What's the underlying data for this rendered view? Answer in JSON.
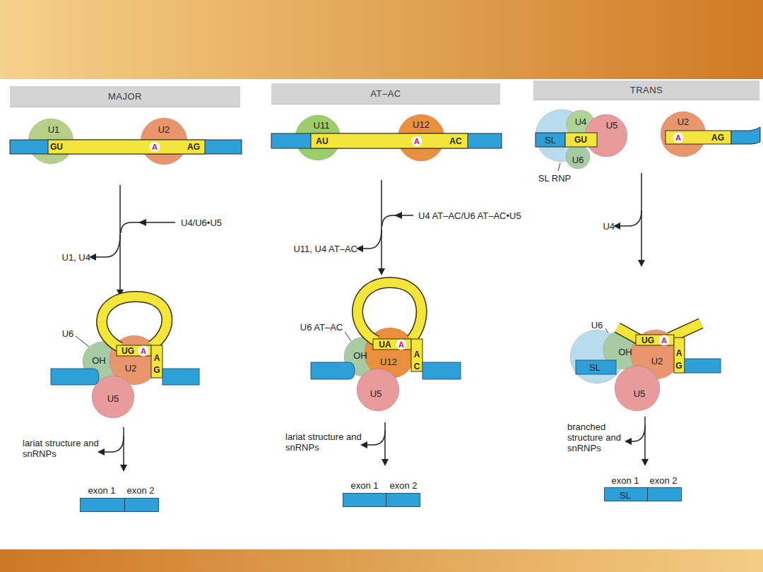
{
  "diagram": {
    "nodes": [
      {
        "text": [
          "MAJOR"
        ]
      },
      {
        "text": [
          "AT–AC"
        ]
      },
      {
        "text": [
          "TRANS"
        ]
      },
      {
        "text": [
          "U1"
        ]
      },
      {
        "text": [
          "U2"
        ]
      },
      {
        "text": [
          "U6",
          "OH"
        ]
      },
      {
        "text": [
          "U2"
        ]
      },
      {
        "text": [
          "U5"
        ]
      },
      {
        "text": [
          "U11"
        ]
      },
      {
        "text": [
          "U12"
        ]
      },
      {
        "text": [
          "U6 AT–AC",
          "OH"
        ]
      },
      {
        "text": [
          "U12"
        ]
      },
      {
        "text": [
          "U5"
        ]
      },
      {
        "text": [
          "SL",
          "SL RNP"
        ]
      },
      {
        "text": [
          "U4"
        ]
      },
      {
        "text": [
          "U5"
        ]
      },
      {
        "text": [
          "U6"
        ]
      },
      {
        "text": [
          "U2"
        ]
      },
      {
        "text": [
          "SL"
        ]
      },
      {
        "text": [
          "U6",
          "OH"
        ]
      },
      {
        "text": [
          "U2"
        ]
      },
      {
        "text": [
          "U5"
        ]
      },
      {
        "text": [
          "exon 1",
          "exon 2"
        ]
      },
      {
        "text": [
          "exon 1",
          "exon 2"
        ]
      },
      {
        "text": [
          "exon 1",
          "exon 2",
          "SL"
        ]
      }
    ],
    "labels": [
      "GU",
      "A",
      "AG",
      "U4/U6•U5",
      "U1, U4",
      "UG",
      "A",
      "A",
      "G",
      "lariat structure and snRNPs",
      "AU",
      "A",
      "AC",
      "U4 AT–AC/U6 AT–AC•U5",
      "U11, U4 AT–AC",
      "UA",
      "A",
      "A",
      "C",
      "lariat structure and snRNPs",
      "GU",
      "A",
      "AG",
      "U4",
      "UG",
      "A",
      "A",
      "G",
      "branched structure and snRNPs"
    ]
  }
}
